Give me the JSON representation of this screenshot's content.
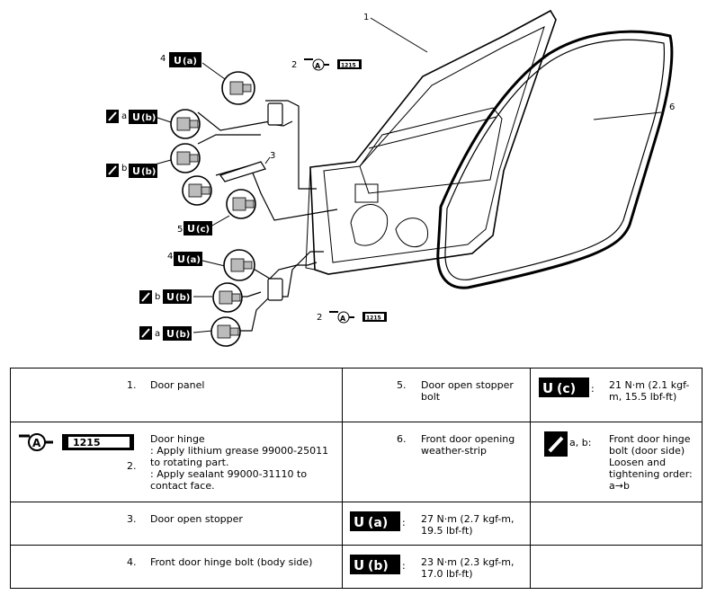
{
  "callouts": {
    "c1": "1",
    "c2a": "2",
    "c2b": "2",
    "c3": "3",
    "c4a": "4",
    "c4b": "4",
    "c5": "5",
    "c6": "6",
    "a": "a",
    "b": "b"
  },
  "symbols": {
    "torque_a": "(a)",
    "torque_b": "(b)",
    "torque_c": "(c)",
    "grease_label": "A",
    "sealant_label": "1215"
  },
  "legend": {
    "r1": {
      "num": "1.",
      "text": "Door panel",
      "num5": "5.",
      "text5": "Door open stopper bolt",
      "torque_c": "21 N·m (2.1 kgf-m, 15.5 lbf-ft)"
    },
    "r2": {
      "num": "2.",
      "line1": "Door hinge",
      "line2": ": Apply lithium grease 99000-25011 to rotating part.",
      "line3": ": Apply sealant 99000-31110 to contact face.",
      "num6": "6.",
      "text6": "Front door opening weather-strip",
      "ab": "a, b:",
      "order": "Front door hinge bolt (door side) Loosen and tightening order: a→b"
    },
    "r3": {
      "num": "3.",
      "text": "Door open stopper",
      "torque_a": "27 N·m (2.7 kgf-m, 19.5 lbf-ft)"
    },
    "r4": {
      "num": "4.",
      "text": "Front door hinge bolt (body side)",
      "torque_b": "23 N·m (2.3 kgf-m, 17.0 lbf-ft)"
    }
  }
}
